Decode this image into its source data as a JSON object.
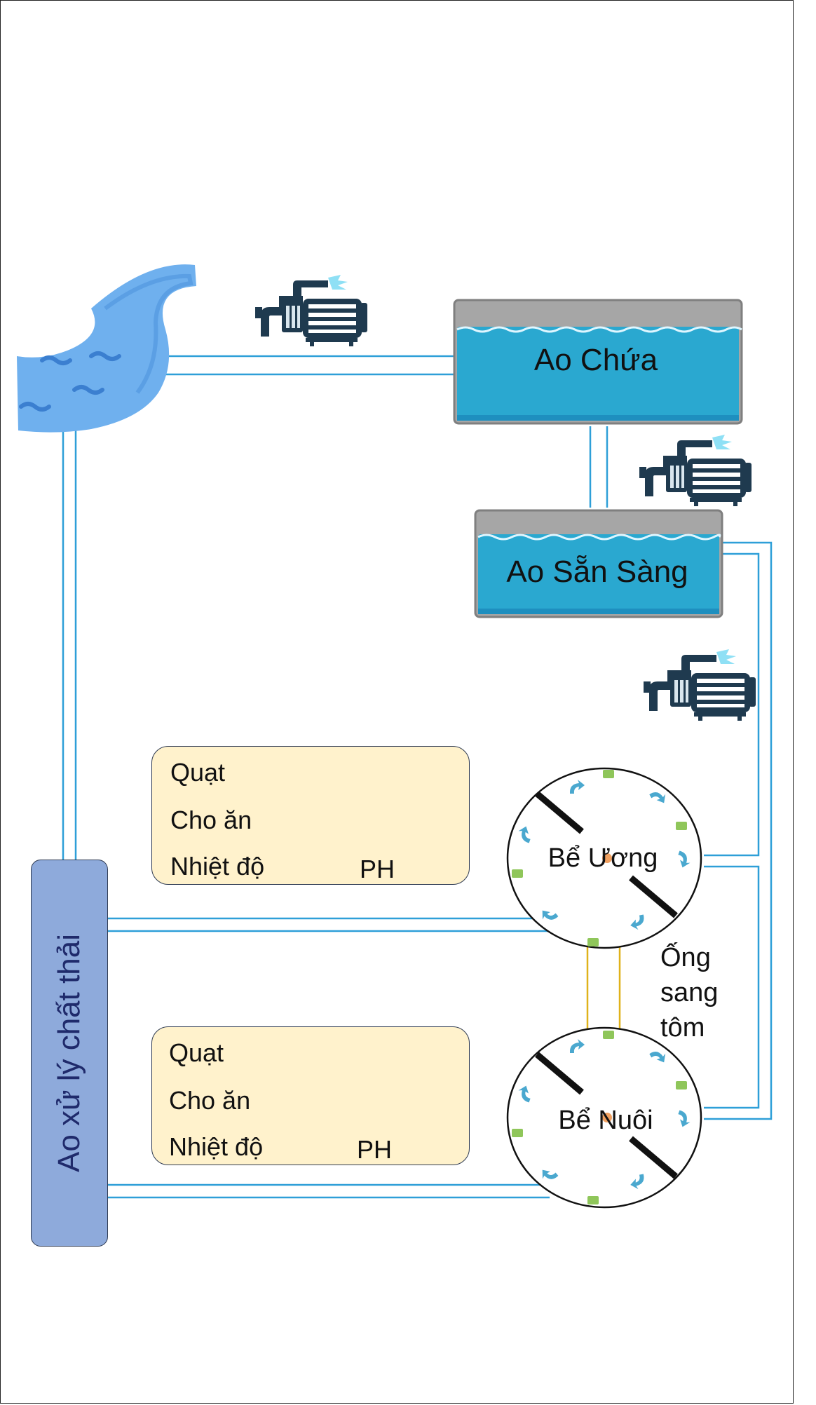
{
  "ponds": {
    "storage": "Ao Chứa",
    "ready": "Ao Sẵn Sàng"
  },
  "tanks": {
    "nursery": "Bể Ương",
    "grow": "Bể Nuôi"
  },
  "transfer_pipe": {
    "line1": "Ống",
    "line2": "sang",
    "line3": "tôm"
  },
  "panels": [
    {
      "fan": "Quạt",
      "feed": "Cho ăn",
      "temp": "Nhiệt độ",
      "ph": "PH"
    },
    {
      "fan": "Quạt",
      "feed": "Cho ăn",
      "temp": "Nhiệt độ",
      "ph": "PH"
    }
  ],
  "waste_pond": "Ao xử lý  chất thải",
  "icons": [
    "river-icon",
    "water-pump-icon",
    "water-pump-icon",
    "water-pump-icon"
  ],
  "colors": {
    "pipe": "#2e9fd8",
    "shrimp_pipe": "#e0b21a",
    "water": "#2aa8d0",
    "pond_rim": "#a6a6a6",
    "river": "#6fb0ee",
    "panel": "#fff2cc",
    "waste_pond": "#8eaadb"
  }
}
